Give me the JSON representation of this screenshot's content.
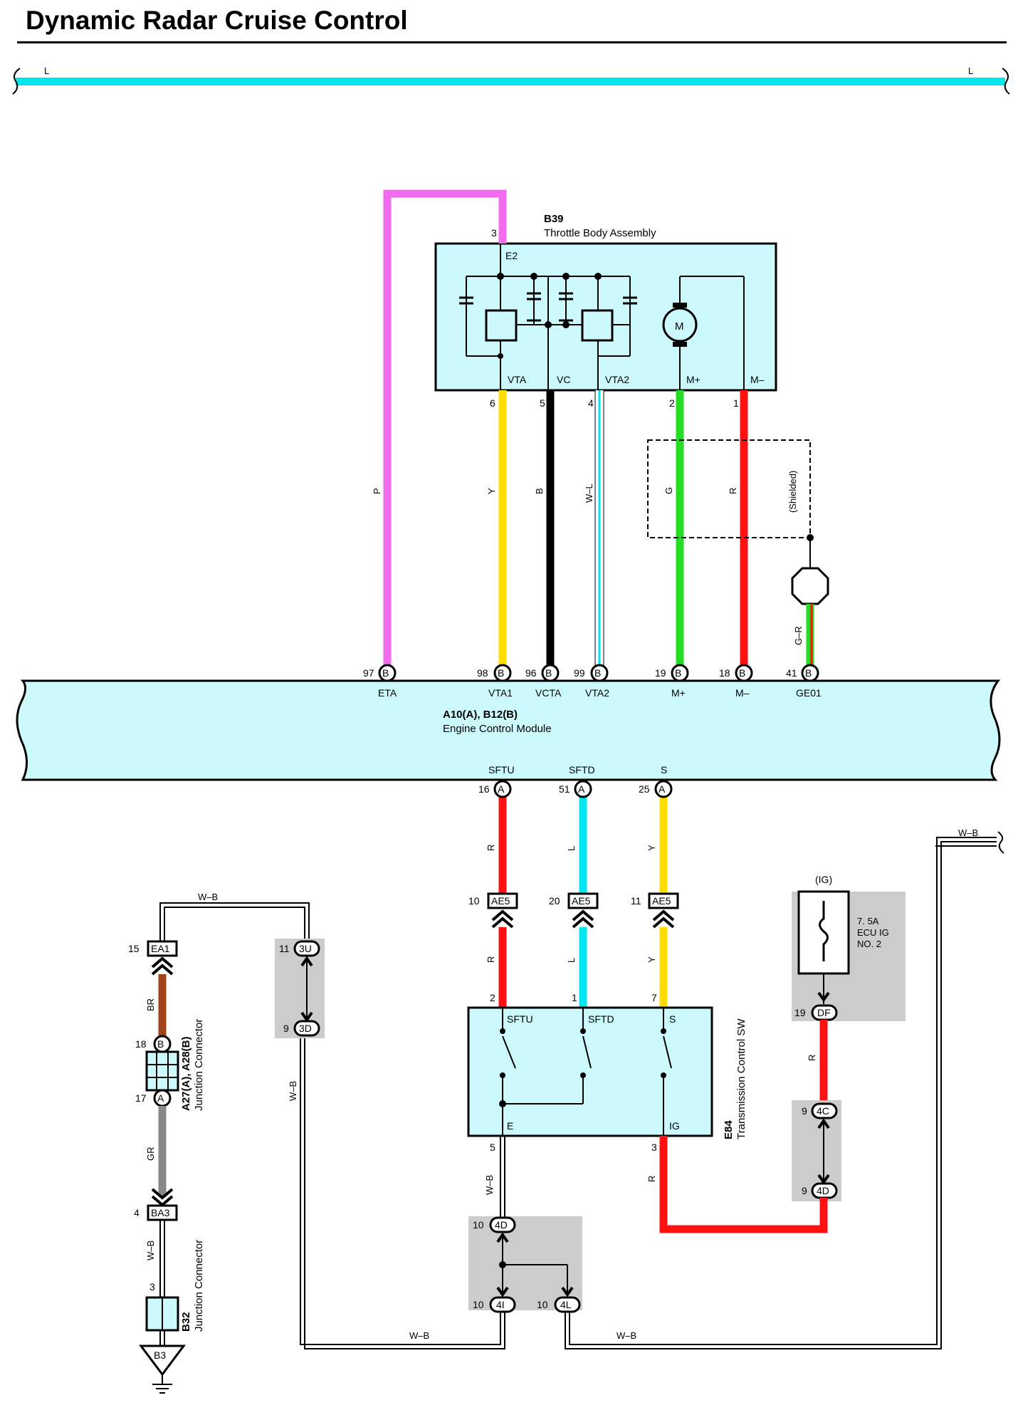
{
  "title": "Dynamic Radar Cruise Control",
  "colors": {
    "P": "#f26cf0",
    "Y": "#ffdd00",
    "B": "#000000",
    "W": "#ffffff",
    "L": "#00e5ee",
    "G": "#22dd22",
    "R": "#ff1111",
    "BR": "#a0431a",
    "GR": "#888888",
    "box_fill": "#ccf9fb",
    "splice_fill": "#cccccc"
  },
  "bus": {
    "left_label": "L",
    "right_label": "L"
  },
  "throttle": {
    "id": "B39",
    "name": "Throttle Body Assembly",
    "e2_pin": "3",
    "e2_label": "E2",
    "terminals": [
      {
        "label": "VTA",
        "pin": "6"
      },
      {
        "label": "VC",
        "pin": "5"
      },
      {
        "label": "VTA2",
        "pin": "4"
      },
      {
        "label": "M+",
        "pin": "2"
      },
      {
        "label": "M–",
        "pin": "1"
      }
    ],
    "motor_label": "M"
  },
  "wire_labels": {
    "p": "P",
    "y": "Y",
    "b": "B",
    "wl": "W–L",
    "g": "G",
    "r": "R",
    "gr": "G–R",
    "sftu_r": "R",
    "sftd_l": "L",
    "s_y": "Y",
    "sftu_r2": "R",
    "sftd_l2": "L",
    "s_y2": "Y",
    "ig_r": "R",
    "e_wb": "W–B",
    "df_r": "R",
    "br": "BR",
    "gr2": "GR",
    "wb_b32": "W–B",
    "wb_3d": "W–B",
    "wb_top": "W–B",
    "wb_bottom1": "W–B",
    "wb_bottom2": "W–B",
    "wb_right": "W–B"
  },
  "shielded": "(Shielded)",
  "ecm": {
    "id": "A10(A), B12(B)",
    "name": "Engine Control Module",
    "top_pins": [
      {
        "pin": "97",
        "conn": "B",
        "label": "ETA"
      },
      {
        "pin": "98",
        "conn": "B",
        "label": "VTA1"
      },
      {
        "pin": "96",
        "conn": "B",
        "label": "VCTA"
      },
      {
        "pin": "99",
        "conn": "B",
        "label": "VTA2"
      },
      {
        "pin": "19",
        "conn": "B",
        "label": "M+"
      },
      {
        "pin": "18",
        "conn": "B",
        "label": "M–"
      },
      {
        "pin": "41",
        "conn": "B",
        "label": "GE01"
      }
    ],
    "bottom_pins": [
      {
        "pin": "16",
        "conn": "A",
        "label": "SFTU"
      },
      {
        "pin": "51",
        "conn": "A",
        "label": "SFTD"
      },
      {
        "pin": "25",
        "conn": "A",
        "label": "S"
      }
    ]
  },
  "ae5": [
    {
      "pin": "10",
      "label": "AE5"
    },
    {
      "pin": "20",
      "label": "AE5"
    },
    {
      "pin": "11",
      "label": "AE5"
    }
  ],
  "tcs": {
    "id": "E84",
    "name": "Transmission Control SW",
    "top_pins": [
      {
        "pin": "2",
        "label": "SFTU"
      },
      {
        "pin": "1",
        "label": "SFTD"
      },
      {
        "pin": "7",
        "label": "S"
      }
    ],
    "bottom_pins": [
      {
        "pin": "5",
        "label": "E"
      },
      {
        "pin": "3",
        "label": "IG"
      }
    ]
  },
  "fuse": {
    "header": "(IG)",
    "line1": "7. 5A",
    "line2": "ECU IG",
    "line3": "NO. 2",
    "pin": "19",
    "conn": "DF"
  },
  "splice_4c4d": [
    {
      "pin": "9",
      "label": "4C"
    },
    {
      "pin": "9",
      "label": "4D"
    }
  ],
  "splice_4d4i4l": [
    {
      "pin": "10",
      "label": "4D"
    },
    {
      "pin": "10",
      "label": "4I"
    },
    {
      "pin": "10",
      "label": "4L"
    }
  ],
  "splice_3u3d": [
    {
      "pin": "11",
      "label": "3U"
    },
    {
      "pin": "9",
      "label": "3D"
    }
  ],
  "ea1": {
    "pin": "15",
    "label": "EA1"
  },
  "jc_a27": {
    "id": "A27(A), A28(B)",
    "name": "Junction Connector",
    "pin_top": "18",
    "conn_top": "B",
    "pin_bottom": "17",
    "conn_bottom": "A"
  },
  "ba3": {
    "pin": "4",
    "label": "BA3"
  },
  "jc_b32": {
    "id": "B32",
    "name": "Junction Connector",
    "pin": "3"
  },
  "ground": {
    "label": "B3"
  }
}
